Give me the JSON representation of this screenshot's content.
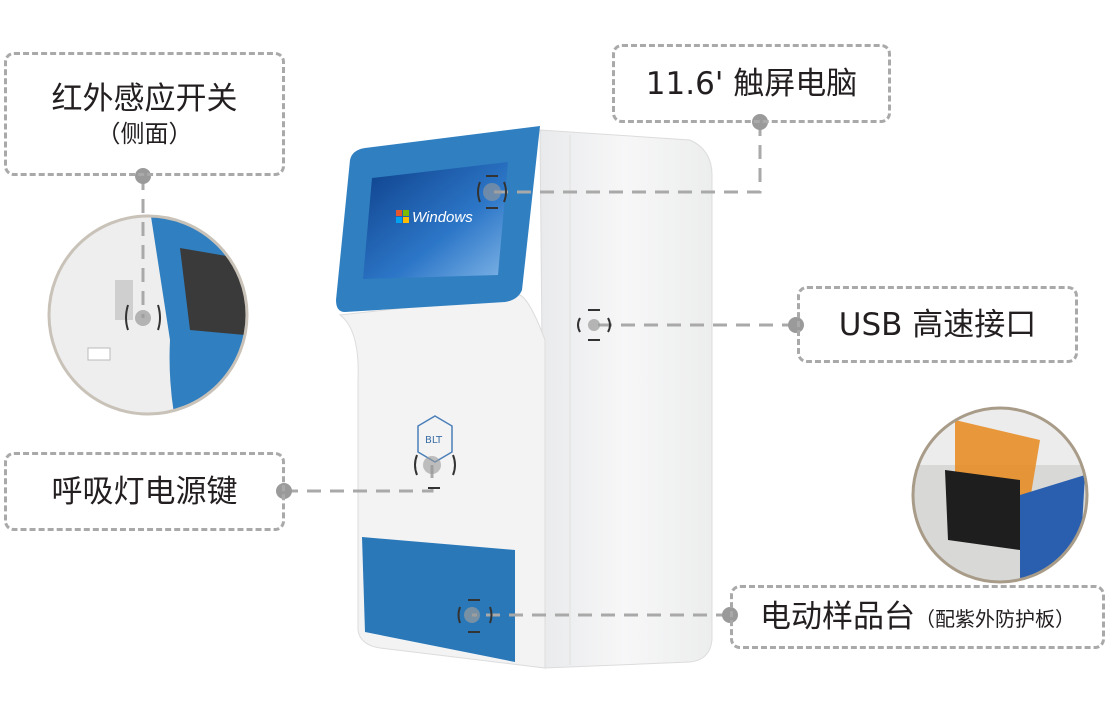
{
  "callouts": {
    "ir_switch": {
      "label": "红外感应开关",
      "note": "（侧面）"
    },
    "touch_pc": {
      "label": "11.6' 触屏电脑"
    },
    "usb": {
      "label": "USB 高速接口"
    },
    "power_key": {
      "label": "呼吸灯电源键"
    },
    "sample_stage": {
      "label": "电动样品台",
      "note": "（配紫外防护板）"
    }
  },
  "device": {
    "screen_text": "Windows",
    "logo_text": "BLT"
  },
  "colors": {
    "accent_blue": "#2f7fc1",
    "panel_blue": "#2a78b8",
    "dash_gray": "#a9a9a9",
    "dot_gray": "#9a9a9a",
    "uv_orange": "#e8891c"
  }
}
